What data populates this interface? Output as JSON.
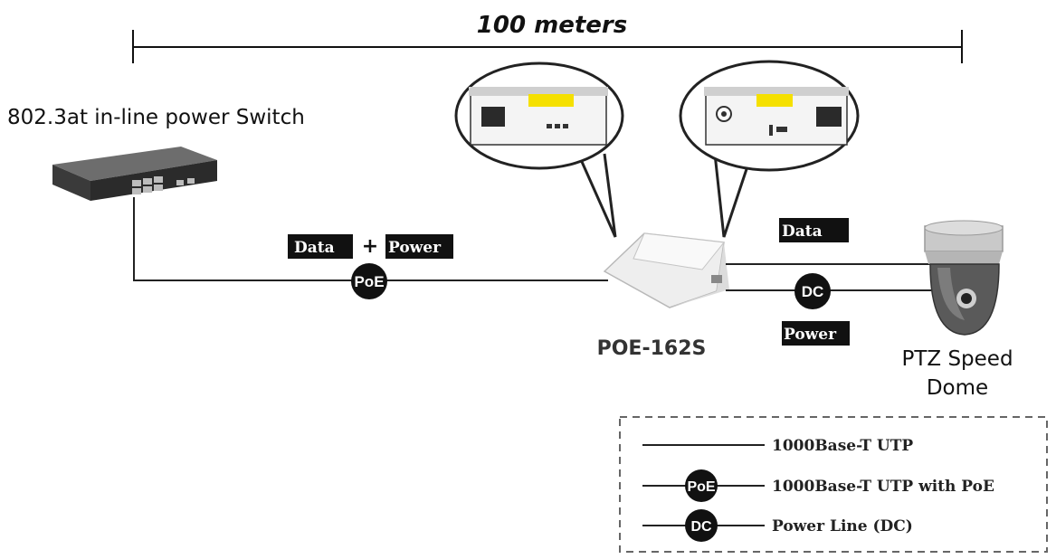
{
  "distance": {
    "label": "100 meters"
  },
  "devices": {
    "switch": {
      "label": "802.3at in-line power Switch"
    },
    "injector": {
      "label": "POE-162S"
    },
    "camera": {
      "label_line1": "PTZ Speed",
      "label_line2": "Dome"
    }
  },
  "connections": {
    "poe_link": {
      "data_tag": "Data",
      "plus": "+",
      "power_tag": "Power",
      "badge": "PoE"
    },
    "camera_link": {
      "data_tag": "Data",
      "power_tag": "Power",
      "badge": "DC"
    }
  },
  "legend": {
    "items": [
      {
        "badge": "",
        "label": "1000Base-T UTP"
      },
      {
        "badge": "PoE",
        "label": "1000Base-T UTP with PoE"
      },
      {
        "badge": "DC",
        "label": "Power Line (DC)"
      }
    ]
  }
}
